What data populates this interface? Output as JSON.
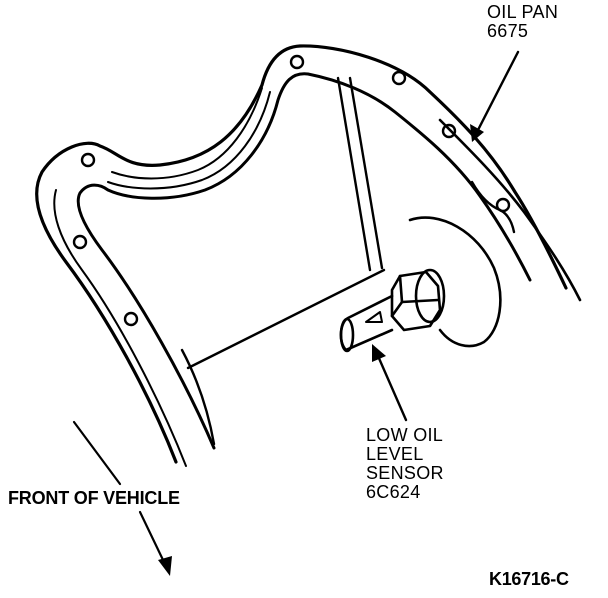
{
  "labels": {
    "oil_pan": [
      "OIL PAN",
      "6675"
    ],
    "sensor": [
      "LOW OIL",
      "LEVEL",
      "SENSOR",
      "6C624"
    ],
    "front": "FRONT OF VEHICLE",
    "figure_code": "K16716-C"
  },
  "colors": {
    "ink": "#000000",
    "paper": "#ffffff"
  },
  "icons": [
    "arrow-icon"
  ]
}
